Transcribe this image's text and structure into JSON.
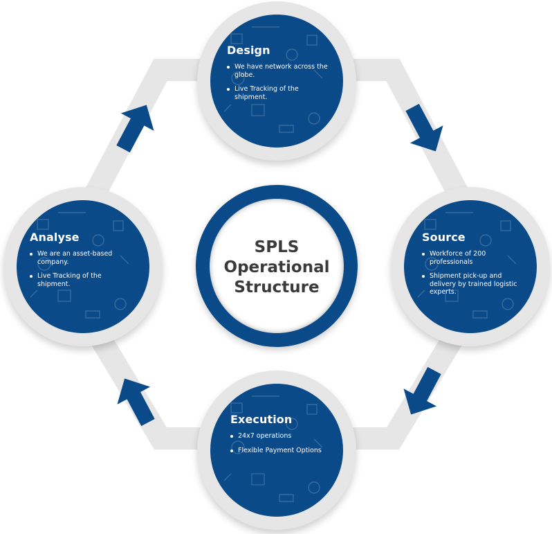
{
  "diagram": {
    "title_lines": [
      "SPLS",
      "Operational",
      "Structure"
    ],
    "colors": {
      "primary_blue": "#0b4a89",
      "ring_grey": "#e6e6e6",
      "title_text": "#3a3a3a",
      "node_text": "#ffffff"
    },
    "flow_direction": "clockwise",
    "nodes": [
      {
        "id": "design",
        "title": "Design",
        "bullets": [
          "We have network across the globe.",
          "Live Tracking of the shipment."
        ]
      },
      {
        "id": "source",
        "title": "Source",
        "bullets": [
          "Workforce of 200 professionals",
          "Shipment pick-up and delivery by trained logistic experts."
        ]
      },
      {
        "id": "execution",
        "title": "Execution",
        "bullets": [
          "24x7 operations",
          "Flexible Payment Options"
        ]
      },
      {
        "id": "analyse",
        "title": "Analyse",
        "bullets": [
          "We are an asset-based company.",
          "Live Tracking of the shipment."
        ]
      }
    ],
    "arrows": [
      {
        "from": "design",
        "to": "source",
        "icon": "arrow-down-right-icon"
      },
      {
        "from": "source",
        "to": "execution",
        "icon": "arrow-down-left-icon"
      },
      {
        "from": "execution",
        "to": "analyse",
        "icon": "arrow-up-left-icon"
      },
      {
        "from": "analyse",
        "to": "design",
        "icon": "arrow-up-right-icon"
      }
    ]
  }
}
